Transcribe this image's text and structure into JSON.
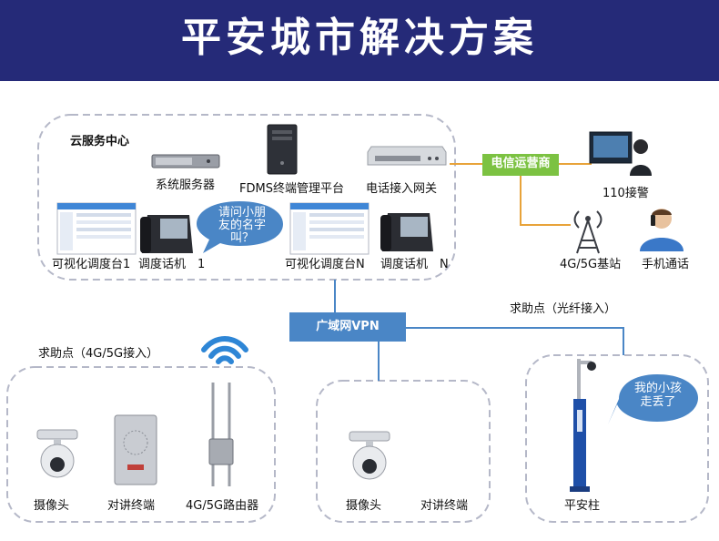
{
  "title": "平安城市解决方案",
  "cloud": {
    "label": "云服务中心",
    "system_server": "系统服务器",
    "fdms": "FDMS终端管理平台",
    "phone_gateway": "电话接入网关",
    "dispatch_console_1": "可视化调度台1",
    "dispatch_phone_1": "调度话机　1",
    "dispatch_console_n": "可视化调度台N",
    "dispatch_phone_n": "调度话机　N",
    "bubble_line1": "请问小朋",
    "bubble_line2": "友的名字",
    "bubble_line3": "叫？"
  },
  "telecom": {
    "operator": "电信运营商",
    "alarm_110": "110接警",
    "base_station": "4G/5G基站",
    "mobile_call": "手机通话"
  },
  "wan": {
    "label": "广域网VPN"
  },
  "help_fiber": {
    "label": "求助点（光纤接入）"
  },
  "help_4g": {
    "label": "求助点（4G/5G接入）"
  },
  "left_group": {
    "camera": "摄像头",
    "intercom": "对讲终端",
    "router": "4G/5G路由器"
  },
  "mid_group": {
    "camera": "摄像头",
    "intercom": "对讲终端"
  },
  "pillar": {
    "label": "平安柱",
    "bubble_line1": "我的小孩",
    "bubble_line2": "走丢了"
  },
  "colors": {
    "banner": "#252a78",
    "wan_box": "#4a86c6",
    "telecom_box": "#7cc242",
    "bubble": "#4a86c6",
    "line_blue": "#4a86c6",
    "line_orange": "#e8a33a",
    "dashed": "#b5b8c8"
  }
}
